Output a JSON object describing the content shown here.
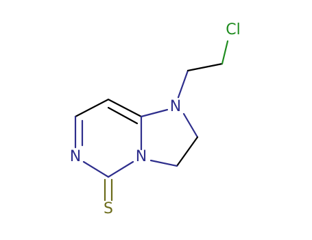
{
  "molecule": {
    "atoms": {
      "chlorine": "Cl",
      "nitrogen_1": "N",
      "nitrogen_4": "N",
      "nitrogen_6": "N",
      "sulfur": "S"
    }
  },
  "colors": {
    "carbon_bond": "#000000",
    "nitrogen": "#2e2e8c",
    "chlorine": "#1f8c1f",
    "sulfur": "#6b6b1a",
    "background": "#ffffff"
  }
}
